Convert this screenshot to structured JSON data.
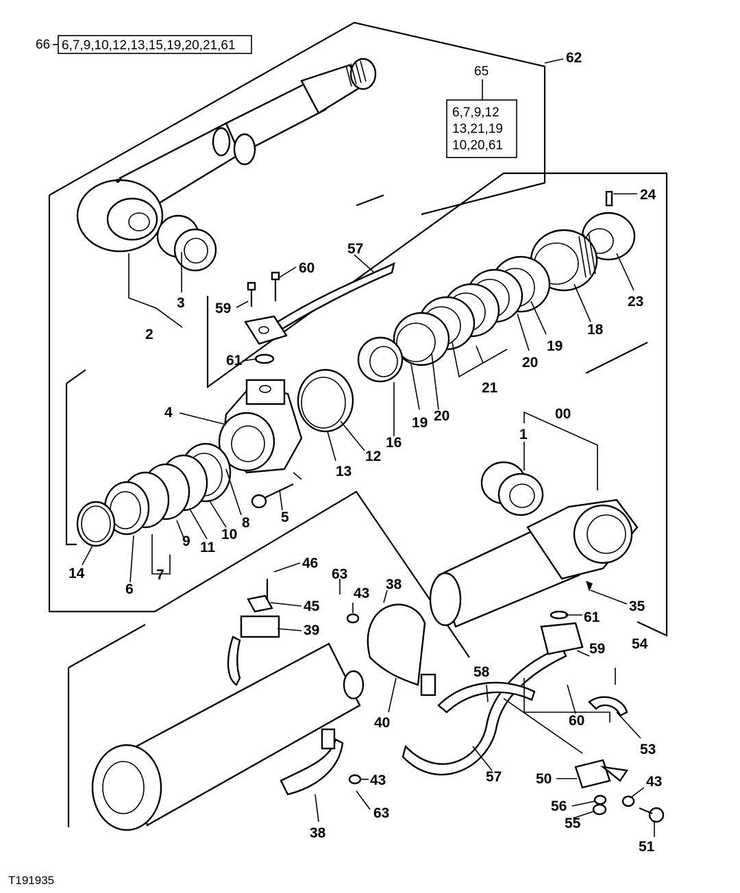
{
  "figure_id": "T191935",
  "kits": {
    "k66": {
      "label": "66",
      "contents": "6,7,9,10,12,13,15,19,20,21,61"
    },
    "k65": {
      "label": "65",
      "lines": [
        "6,7,9,12",
        "13,21,19",
        "10,20,61"
      ]
    }
  },
  "callouts": {
    "c62": "62",
    "c24": "24",
    "c57a": "57",
    "c60a": "60",
    "c59a": "59",
    "c3": "3",
    "c2": "2",
    "c23": "23",
    "c18": "18",
    "c19a": "19",
    "c20a": "20",
    "c61a": "61",
    "c21": "21",
    "c16": "16",
    "c19b": "19",
    "c20b": "20",
    "c4": "4",
    "c12": "12",
    "c13": "13",
    "c00": "00",
    "c1": "1",
    "c5": "5",
    "c8": "8",
    "c10": "10",
    "c11": "11",
    "c9": "9",
    "c7": "7",
    "c6": "6",
    "c14": "14",
    "c46": "46",
    "c45": "45",
    "c39": "39",
    "c63a": "63",
    "c43a": "43",
    "c38a": "38",
    "c35": "35",
    "c61b": "61",
    "c54": "54",
    "c59b": "59",
    "c58": "58",
    "c40": "40",
    "c60b": "60",
    "c53": "53",
    "c57b": "57",
    "c43b": "43",
    "c63b": "63",
    "c38b": "38",
    "c50": "50",
    "c43c": "43",
    "c56": "56",
    "c55": "55",
    "c51": "51"
  }
}
